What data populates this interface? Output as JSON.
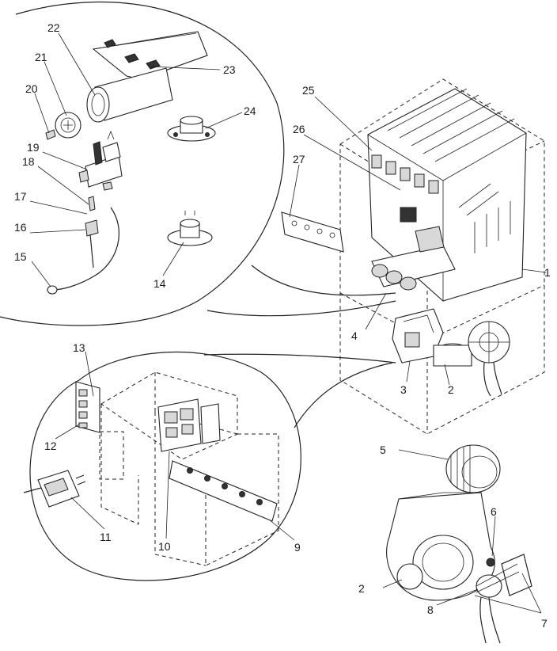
{
  "diagram": {
    "callouts": [
      {
        "id": "c1",
        "label": "1"
      },
      {
        "id": "c2a",
        "label": "2"
      },
      {
        "id": "c2b",
        "label": "2"
      },
      {
        "id": "c3",
        "label": "3"
      },
      {
        "id": "c4",
        "label": "4"
      },
      {
        "id": "c5",
        "label": "5"
      },
      {
        "id": "c6",
        "label": "6"
      },
      {
        "id": "c7",
        "label": "7"
      },
      {
        "id": "c8",
        "label": "8"
      },
      {
        "id": "c9",
        "label": "9"
      },
      {
        "id": "c10",
        "label": "10"
      },
      {
        "id": "c11",
        "label": "11"
      },
      {
        "id": "c12",
        "label": "12"
      },
      {
        "id": "c13",
        "label": "13"
      },
      {
        "id": "c14",
        "label": "14"
      },
      {
        "id": "c15",
        "label": "15"
      },
      {
        "id": "c16",
        "label": "16"
      },
      {
        "id": "c17",
        "label": "17"
      },
      {
        "id": "c18",
        "label": "18"
      },
      {
        "id": "c19",
        "label": "19"
      },
      {
        "id": "c20",
        "label": "20"
      },
      {
        "id": "c21",
        "label": "21"
      },
      {
        "id": "c22",
        "label": "22"
      },
      {
        "id": "c23",
        "label": "23"
      },
      {
        "id": "c24",
        "label": "24"
      },
      {
        "id": "c25",
        "label": "25"
      },
      {
        "id": "c26",
        "label": "26"
      },
      {
        "id": "c27",
        "label": "27"
      }
    ]
  }
}
